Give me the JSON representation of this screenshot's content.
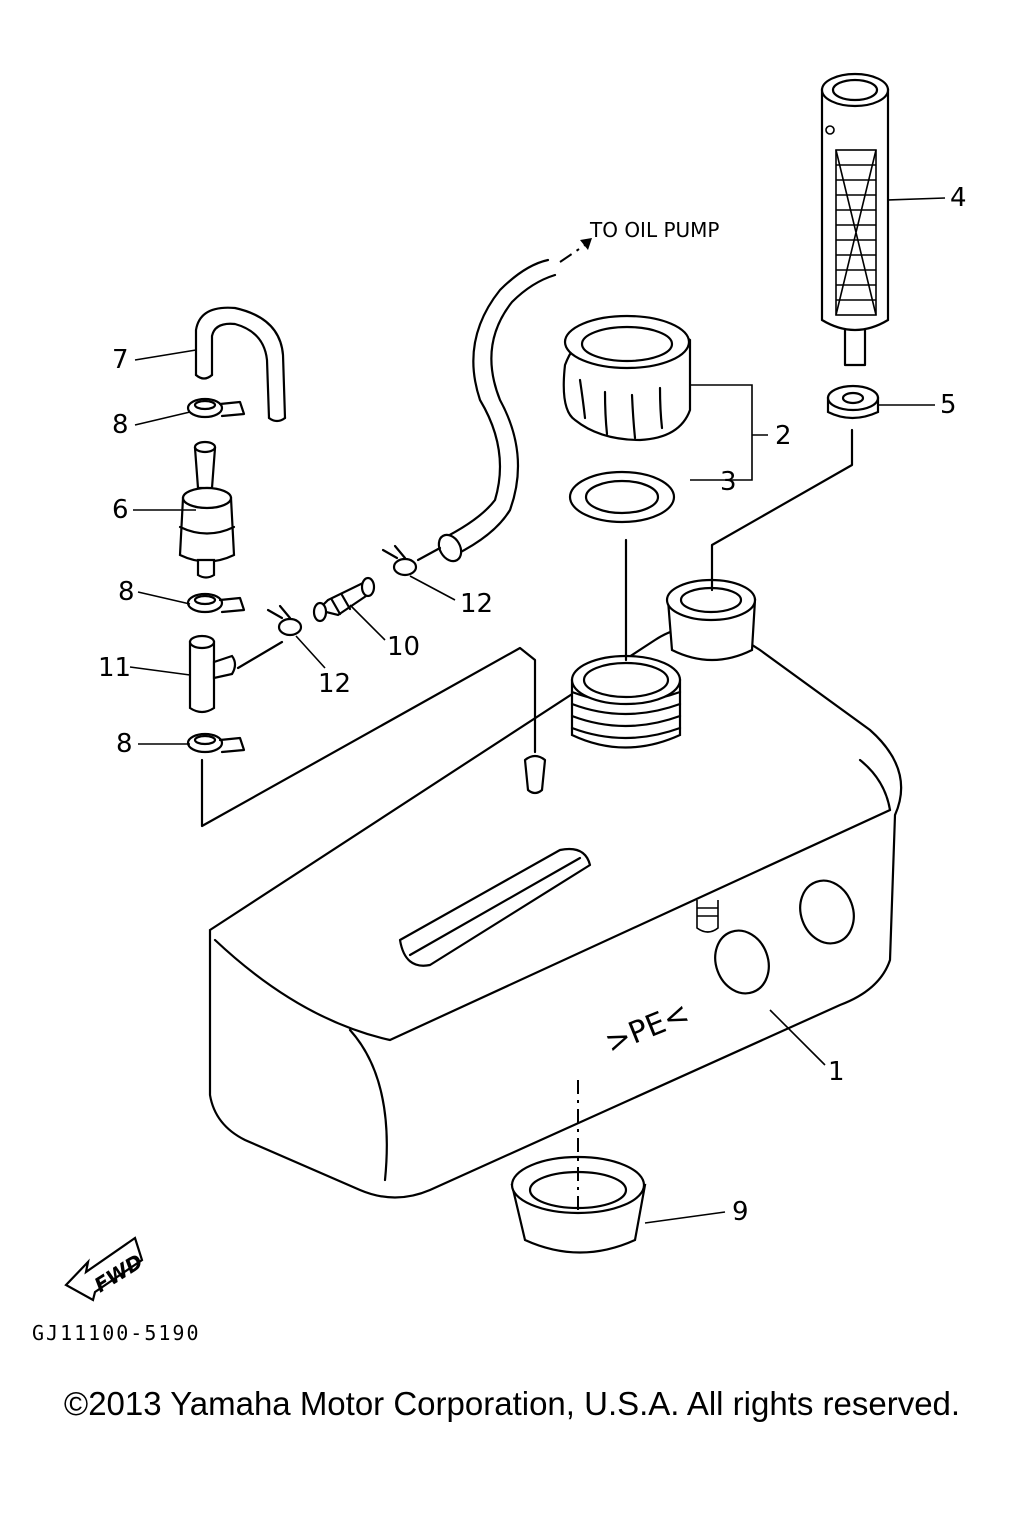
{
  "diagram": {
    "note_to_oil_pump": "TO OIL PUMP",
    "drawing_code": "GJ11100-5190",
    "fwd_label": "FWD",
    "tank_marking": ">PE<",
    "callouts": {
      "c1": "1",
      "c2": "2",
      "c3": "3",
      "c4": "4",
      "c5": "5",
      "c6": "6",
      "c7": "7",
      "c8a": "8",
      "c8b": "8",
      "c8c": "8",
      "c9": "9",
      "c10": "10",
      "c11": "11",
      "c12a": "12",
      "c12b": "12"
    }
  },
  "footer": {
    "copyright": "©2013 Yamaha Motor Corporation, U.S.A. All rights reserved."
  }
}
